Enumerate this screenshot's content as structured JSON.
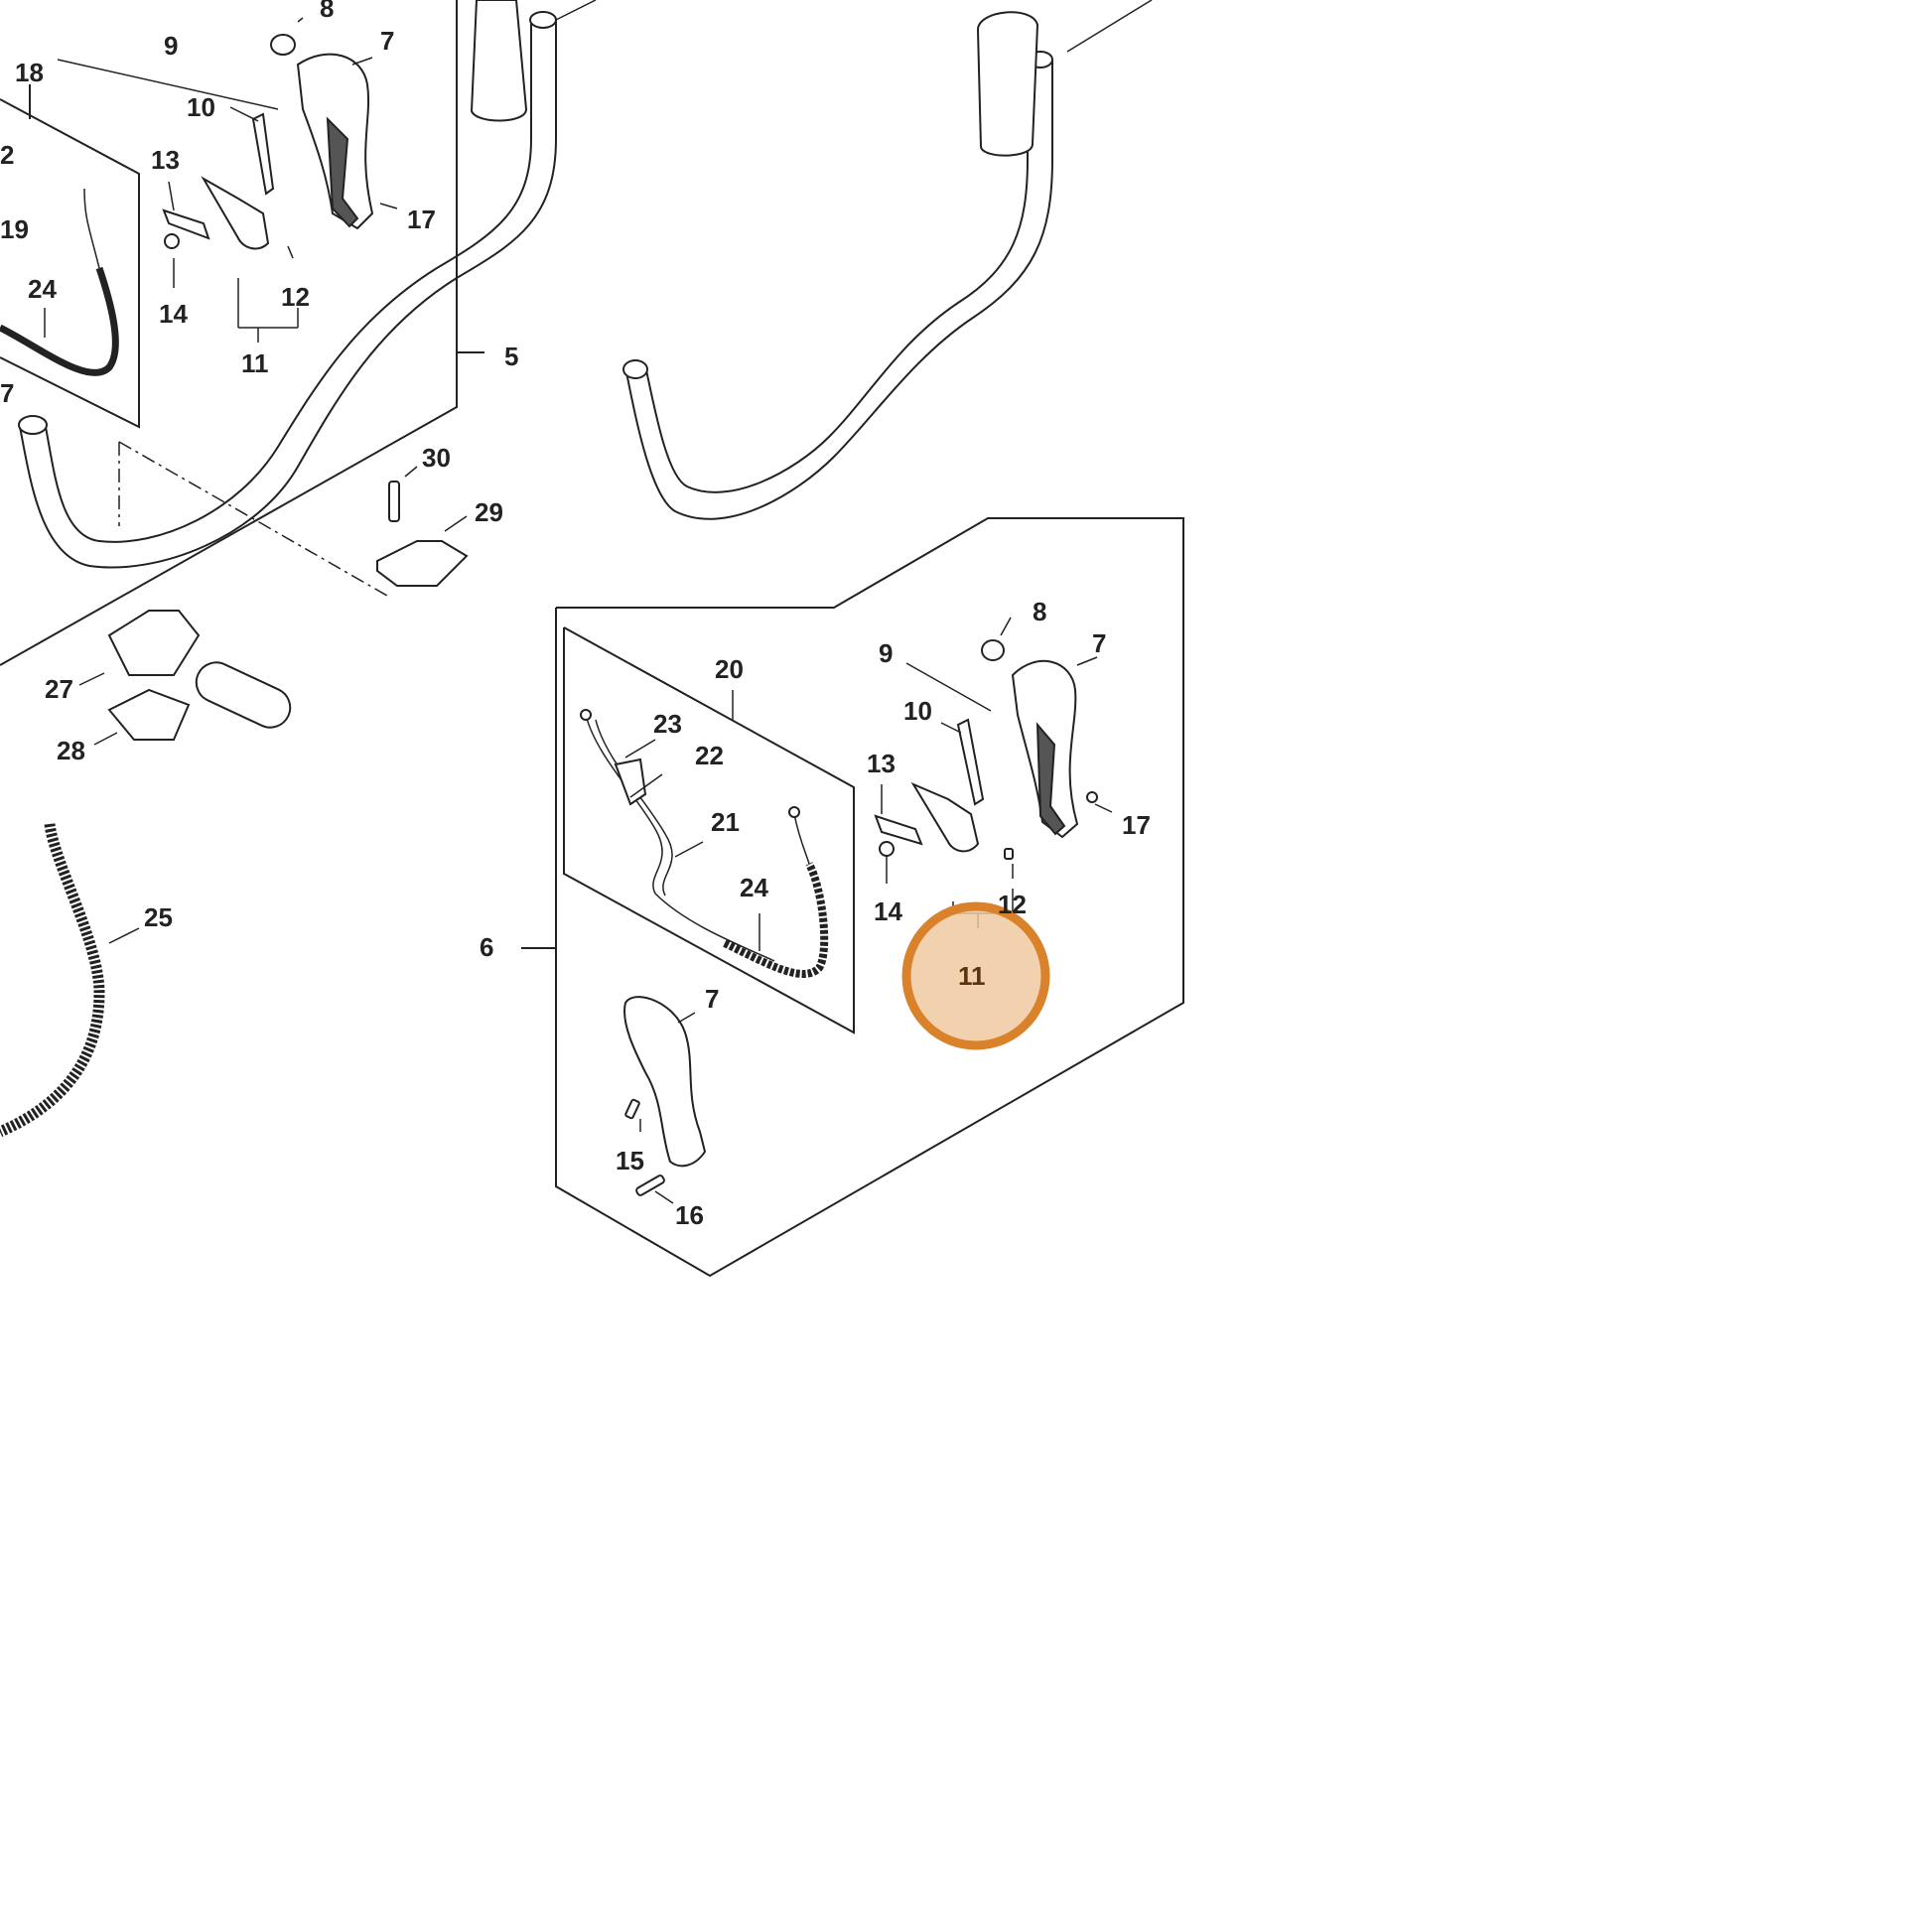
{
  "callouts": {
    "upper_8": "8",
    "upper_9": "9",
    "upper_7": "7",
    "upper_18": "18",
    "upper_2": "2",
    "upper_10": "10",
    "upper_13": "13",
    "upper_19": "19",
    "upper_17": "17",
    "upper_24": "24",
    "upper_14": "14",
    "upper_12": "12",
    "upper_11": "11",
    "upper_5": "5",
    "upper_edge_7": "7",
    "c30": "30",
    "c29": "29",
    "c27": "27",
    "c28": "28",
    "c25": "25",
    "lower_8": "8",
    "lower_7": "7",
    "lower_9": "9",
    "lower_20": "20",
    "lower_10": "10",
    "lower_23": "23",
    "lower_22": "22",
    "lower_13": "13",
    "lower_21": "21",
    "lower_17": "17",
    "lower_24": "24",
    "lower_12": "12",
    "lower_14": "14",
    "lower_6": "6",
    "lower_11": "11",
    "lower_7b": "7",
    "lower_15": "15",
    "lower_16": "16"
  },
  "highlight": {
    "color": "#d9822b",
    "fill": "#f0c9a0",
    "label": "11"
  }
}
